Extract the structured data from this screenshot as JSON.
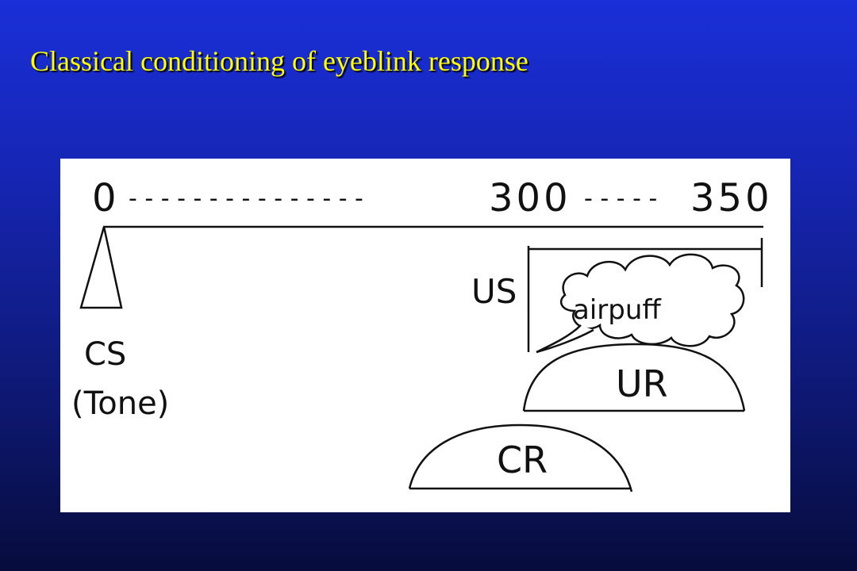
{
  "slide": {
    "title": "Classical conditioning of eyeblink response"
  },
  "diagram": {
    "timeline": {
      "start_label": "0",
      "dashes_1": "- - - - - - - - - - - - - - -",
      "mid_label": "300",
      "dashes_2": "- - - - -",
      "end_label": "350"
    },
    "cs": {
      "label": "CS",
      "sublabel": "(Tone)"
    },
    "us": {
      "label": "US",
      "bubble_text": "airpuff"
    },
    "ur": {
      "label": "UR"
    },
    "cr": {
      "label": "CR"
    }
  }
}
